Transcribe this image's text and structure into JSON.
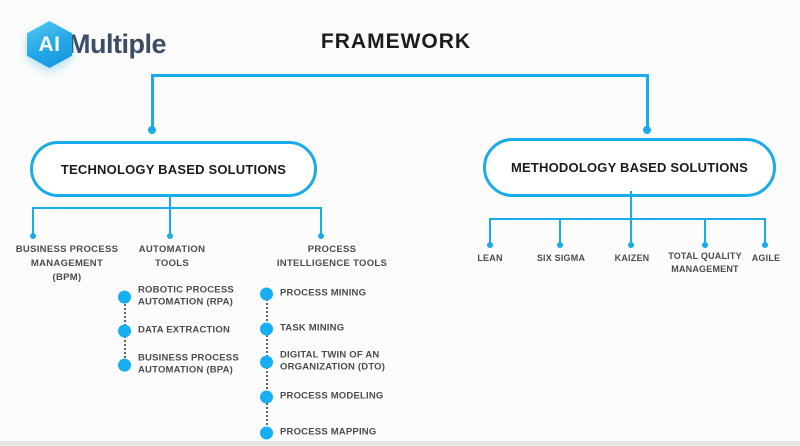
{
  "logo": {
    "hex": "AI",
    "brand": "Multiple"
  },
  "title": "FRAMEWORK",
  "technology": {
    "label": "TECHNOLOGY BASED SOLUTIONS",
    "columns": [
      {
        "label": "BUSINESS PROCESS\nMANAGEMENT\n(BPM)",
        "items": []
      },
      {
        "label": "AUTOMATION\nTOOLS",
        "items": [
          "ROBOTIC PROCESS\nAUTOMATION (RPA)",
          "DATA EXTRACTION",
          "BUSINESS PROCESS\nAUTOMATION (BPA)"
        ]
      },
      {
        "label": "PROCESS\nINTELLIGENCE TOOLS",
        "items": [
          "PROCESS MINING",
          "TASK MINING",
          "DIGITAL TWIN OF AN\nORGANIZATION (DTO)",
          "PROCESS MODELING",
          "PROCESS MAPPING"
        ]
      }
    ]
  },
  "methodology": {
    "label": "METHODOLOGY BASED SOLUTIONS",
    "items": [
      "LEAN",
      "SIX SIGMA",
      "KAIZEN",
      "TOTAL QUALITY\nMANAGEMENT",
      "AGILE"
    ]
  },
  "colors": {
    "line": "#1aabea",
    "bullet": "#18aff2",
    "title_text": "#1c1c1c",
    "label_text": "#4c4c4c",
    "brand_navy": "#3c4d66"
  }
}
